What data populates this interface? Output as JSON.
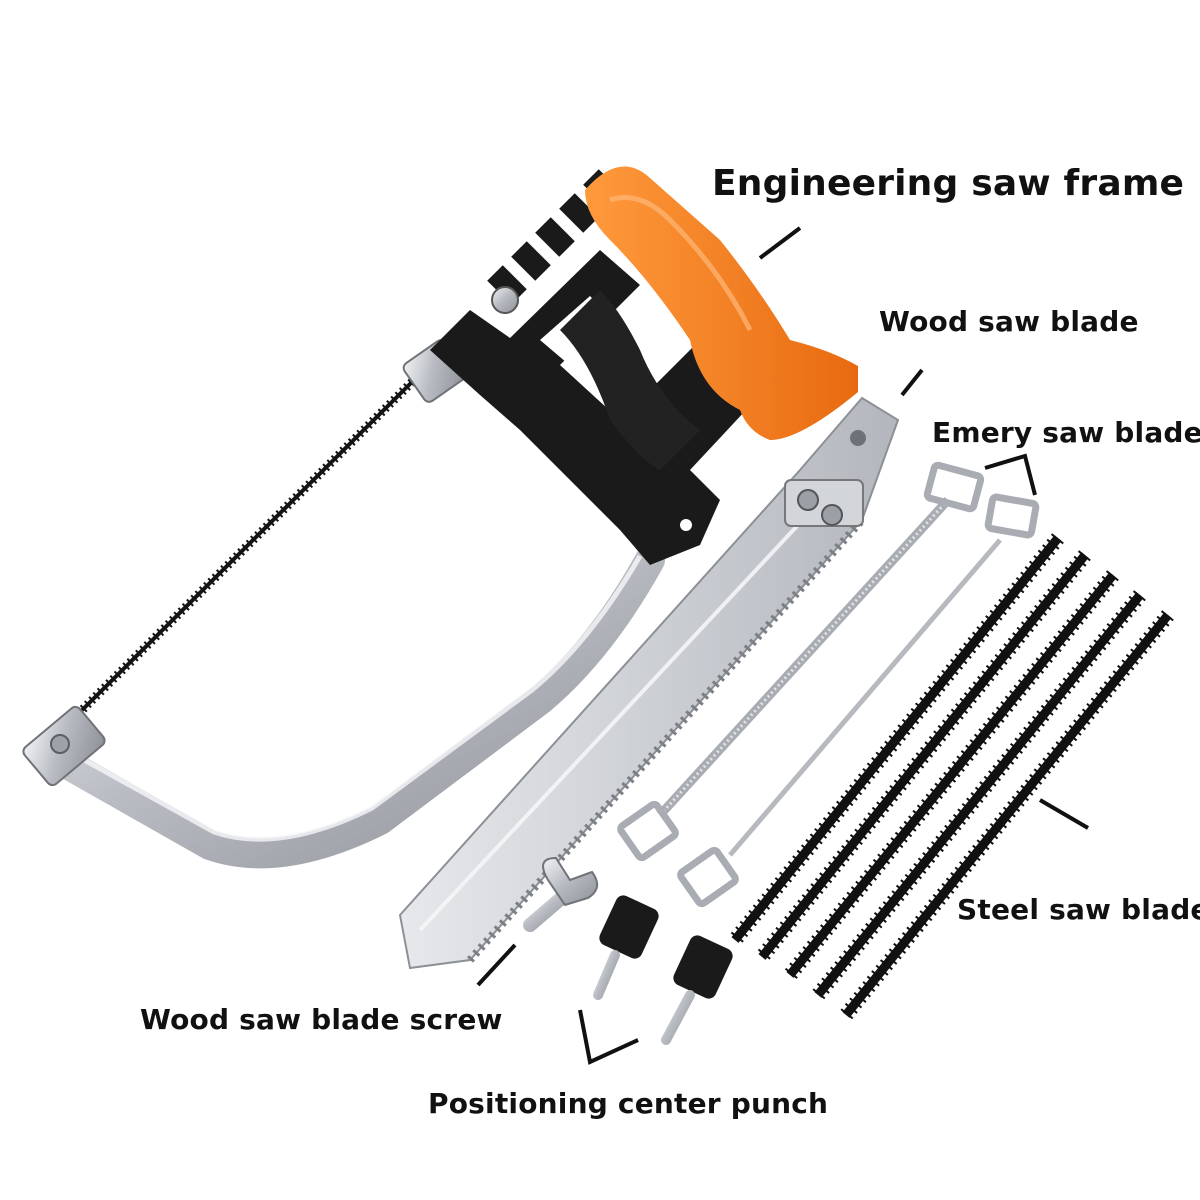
{
  "labels": {
    "frame": "Engineering saw frame",
    "wood_blade": "Wood saw blade",
    "emery_blade": "Emery saw blade",
    "steel_blade": "Steel saw blade",
    "blade_screw": "Wood saw blade screw",
    "center_punch": "Positioning center punch"
  },
  "colors": {
    "handle_orange": "#f47a1f",
    "handle_black": "#1a1a1a",
    "steel": "#c9ccd0",
    "leader_line": "#111111"
  }
}
